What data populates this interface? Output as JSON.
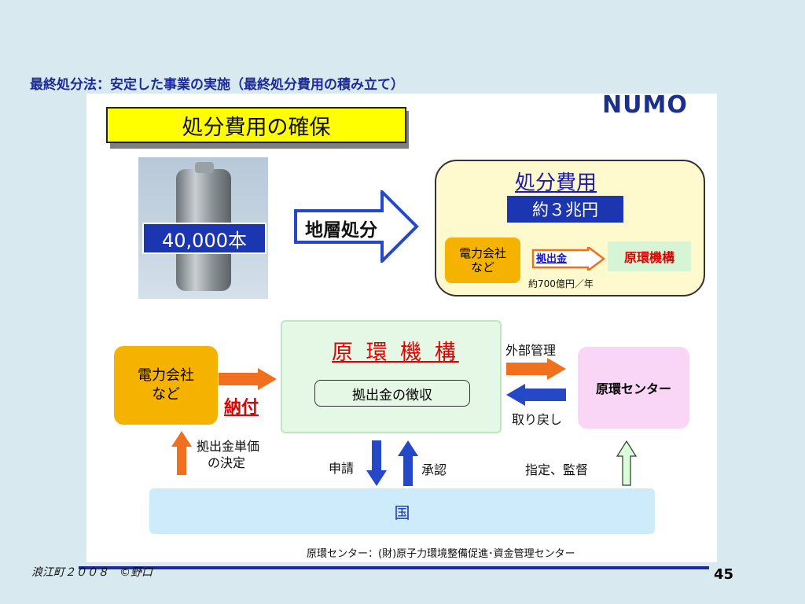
{
  "slide_title": "最終処分法：安定した事業の実施（最終処分費用の積み立て）",
  "logo_text": "NUMO",
  "banner": "処分費用の確保",
  "canister_count": "40,000本",
  "geological_label": "地層処分",
  "cost": {
    "title": "処分費用",
    "amount": "約３兆円",
    "utility": [
      "電力会社",
      "など"
    ],
    "contribution_label": "拠出金",
    "org": "原環機構",
    "yearly": "約700億円／年"
  },
  "flow": {
    "utility": [
      "電力会社",
      "など"
    ],
    "payment": "納付",
    "org_title": "原 環 機 構",
    "org_inner": "拠出金の徴収",
    "external_mgmt": "外部管理",
    "retrieval": "取り戻し",
    "center": "原環センター",
    "unit_price": [
      "拠出金単価",
      "の決定"
    ],
    "apply": "申請",
    "approve": "承認",
    "designate": "指定、監督",
    "country": "国",
    "note": "原環センター：(財)原子力環境整備促進･資金管理センター"
  },
  "footer": "浪江町２００８　©野口",
  "page_number": "45",
  "colors": {
    "title_blue": "#1e2a9c",
    "banner_yellow": "#ffff00",
    "orange": "#f5b300",
    "red_text": "#e00000",
    "blue_box": "#1b36b0",
    "arrow_orange": "#f07020",
    "arrow_blue": "#2448c8",
    "arrow_green": "#d9ffd9"
  }
}
